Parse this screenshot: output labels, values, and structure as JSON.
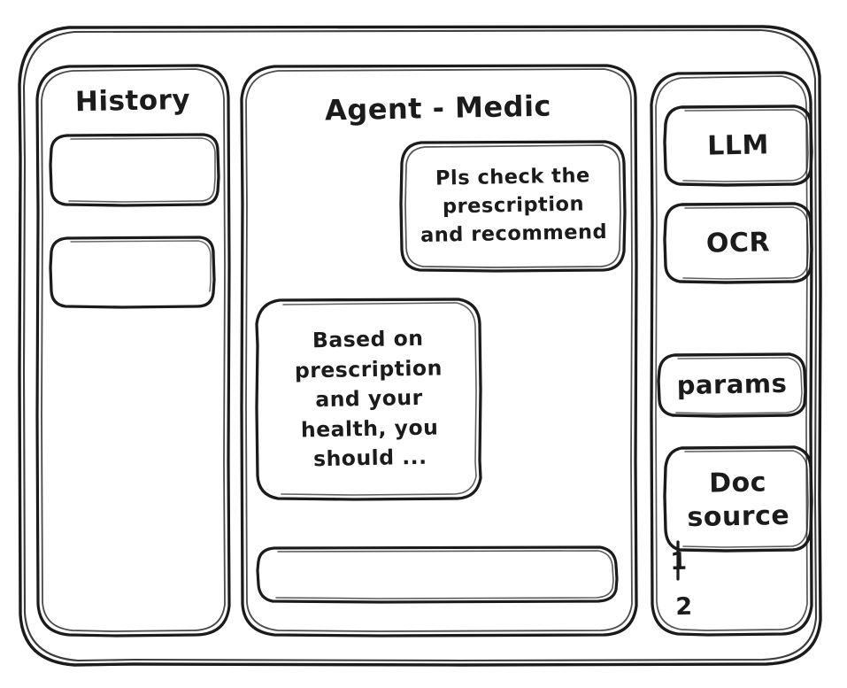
{
  "app": {
    "style": "hand-drawn-wireframe",
    "stroke_color": "#1b1b1b",
    "background_color": "#ffffff"
  },
  "sidebar_left": {
    "title": "History",
    "items": [
      {
        "label": "",
        "name": "history-item-1"
      },
      {
        "label": "",
        "name": "history-item-2"
      }
    ]
  },
  "main": {
    "title": "Agent - Medic",
    "messages": [
      {
        "role": "user",
        "lines": [
          "Pls check the",
          "prescription",
          "and recommend"
        ]
      },
      {
        "role": "agent",
        "lines": [
          "Based on",
          "prescription",
          "and your",
          "health, you",
          "should ..."
        ]
      }
    ],
    "composer": {
      "value": "",
      "placeholder": ""
    }
  },
  "sidebar_right": {
    "buttons": [
      {
        "label": "LLM"
      },
      {
        "label": "OCR"
      },
      {
        "label": "params"
      }
    ],
    "doc_source": {
      "lines": [
        "Doc",
        "source"
      ],
      "items": [
        "1",
        "2"
      ]
    }
  }
}
